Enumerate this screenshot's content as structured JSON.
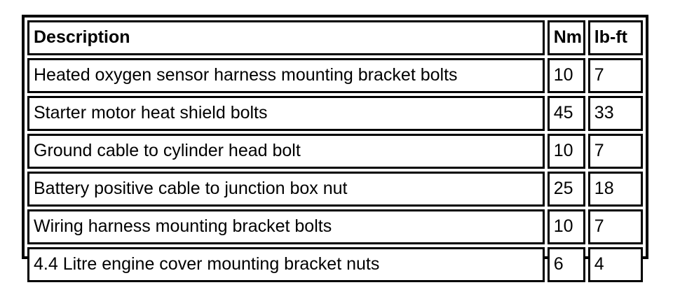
{
  "document": {
    "type": "torque-specification-table",
    "colors": {
      "border": "#000000",
      "background": "#ffffff",
      "text": "#000000"
    }
  },
  "table": {
    "columns": [
      {
        "key": "description",
        "label": "Description"
      },
      {
        "key": "nm",
        "label": "Nm"
      },
      {
        "key": "lbft",
        "label": "lb-ft"
      }
    ],
    "rows": [
      {
        "description": "Heated oxygen sensor harness mounting bracket bolts",
        "nm": "10",
        "lbft": "7"
      },
      {
        "description": "Starter motor heat shield bolts",
        "nm": "45",
        "lbft": "33"
      },
      {
        "description": "Ground cable to cylinder head bolt",
        "nm": "10",
        "lbft": "7"
      },
      {
        "description": "Battery positive cable to junction box nut",
        "nm": "25",
        "lbft": "18"
      },
      {
        "description": "Wiring harness mounting bracket bolts",
        "nm": "10",
        "lbft": "7"
      },
      {
        "description": "4.4 Litre engine cover mounting bracket nuts",
        "nm": "6",
        "lbft": "4"
      }
    ]
  }
}
